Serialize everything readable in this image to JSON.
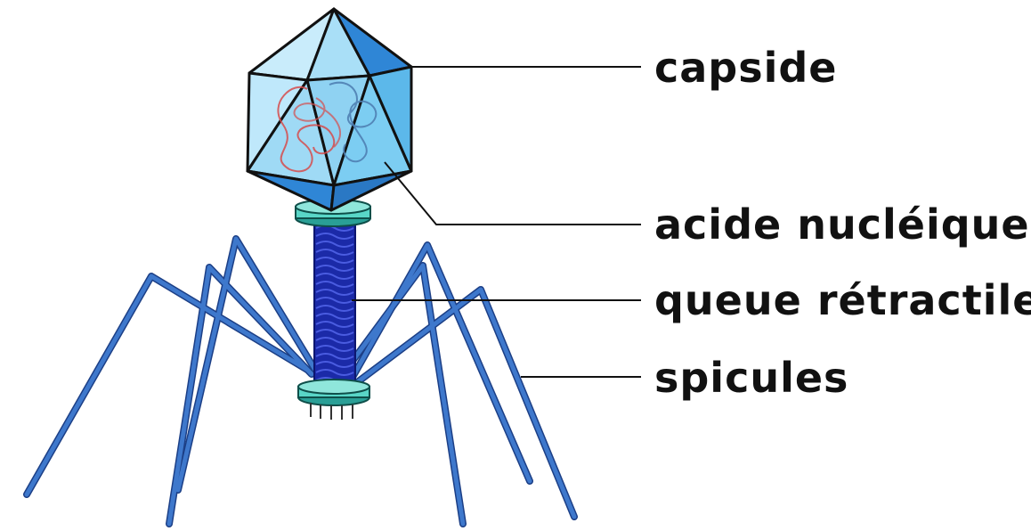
{
  "labels": {
    "capsid": "capside",
    "nucleic_acid": "acide nucléique",
    "tail": "queue rétractile",
    "tail_fibers": "spicules"
  },
  "colors": {
    "capsid_light": "#bfe8fb",
    "capsid_mid": "#7ccdf2",
    "capsid_dark": "#2f86d6",
    "dna": "#d64b4b",
    "tail": "#1b2aa8",
    "tail_dark": "#0d1670",
    "collar": "#59d6c7",
    "fiber": "#2f63b8",
    "fiber_edge": "#1c3f86",
    "leader": "#111111"
  },
  "icons": {
    "virus": "bacteriophage-illustration"
  }
}
